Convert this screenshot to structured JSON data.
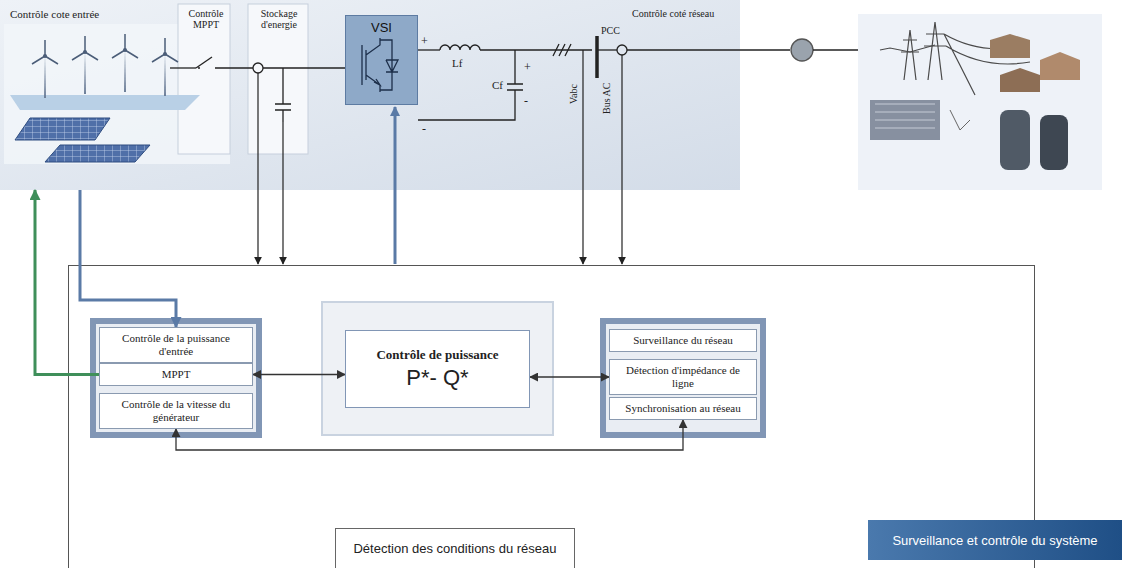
{
  "diagram": {
    "nodes": [
      {
        "text": [
          "Contrôle cote entrée"
        ]
      },
      {
        "text": [
          "VSI"
        ],
        "in": 0
      },
      {
        "text": [
          "Contrôle de la puissance d'entrée"
        ]
      },
      {
        "text": [
          "MPPT"
        ]
      },
      {
        "text": [
          "Contrôle de la vitesse du générateur"
        ]
      },
      {
        "text": [
          "Contrôle de puissance",
          "P*- Q*"
        ]
      },
      {
        "text": [
          "Surveillance du réseau"
        ]
      },
      {
        "text": [
          "Détection d'impédance de ligne"
        ]
      },
      {
        "text": [
          "Synchronisation au réseau"
        ]
      },
      {
        "text": [
          "Détection des conditions du réseau"
        ]
      },
      {
        "text": [
          "Surveillance et contrôle du système"
        ]
      }
    ],
    "edges": [
      {
        "from": 3,
        "to": 5,
        "arrow": "both"
      },
      {
        "from": 5,
        "to": 7,
        "arrow": "both"
      },
      {
        "from": 4,
        "to": 8,
        "arrow": "both"
      },
      {
        "from": 3,
        "to": 0,
        "arrow": "to"
      },
      {
        "from": 0,
        "to": 2,
        "arrow": "to"
      }
    ],
    "labels": [
      "Contrôle MPPT",
      "Stockage d'energie",
      "Contrôle coté réseau",
      "+",
      "-",
      "Lf",
      "Cf",
      "+",
      "-",
      "Vabc",
      "PCC",
      "Bus AC"
    ]
  }
}
